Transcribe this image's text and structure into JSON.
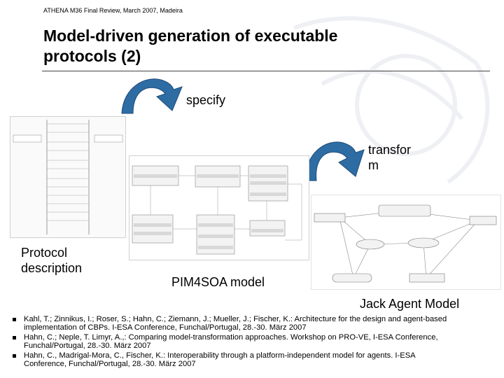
{
  "header_note": "ATHENA M36 Final Review, March 2007, Madeira",
  "title_line1": "Model-driven generation of executable",
  "title_line2": "protocols (2)",
  "labels": {
    "specify": "specify",
    "transform_line1": "transfor",
    "transform_line2": "m",
    "protocol_line1": "Protocol",
    "protocol_line2": "description",
    "pim4soa": "PIM4SOA model",
    "jack": "Jack Agent Model"
  },
  "colors": {
    "arrow": "#2e6da4",
    "arrow_dark": "#1c4a78"
  },
  "references": [
    {
      "line1": "Kahl, T.; Zinnikus, I.; Roser, S.; Hahn, C.; Ziemann, J.; Mueller, J.; Fischer, K.: Architecture for the design and agent-based",
      "line2": "implementation of CBPs. I-ESA Conference, Funchal/Portugal, 28.-30. März 2007"
    },
    {
      "line1": "Hahn, C.; Neple, T. Limyr, A.,: Comparing model-transformation approaches. Workshop on PRO-VE, I-ESA Conference,",
      "line2": "Funchal/Portugal, 28.-30. März 2007"
    },
    {
      "line1": "Hahn, C., Madrigal-Mora, C., Fischer, K.: Interoperability through a platform-independent model for agents. I-ESA",
      "line2": "Conference, Funchal/Portugal, 28.-30. März 2007"
    }
  ]
}
